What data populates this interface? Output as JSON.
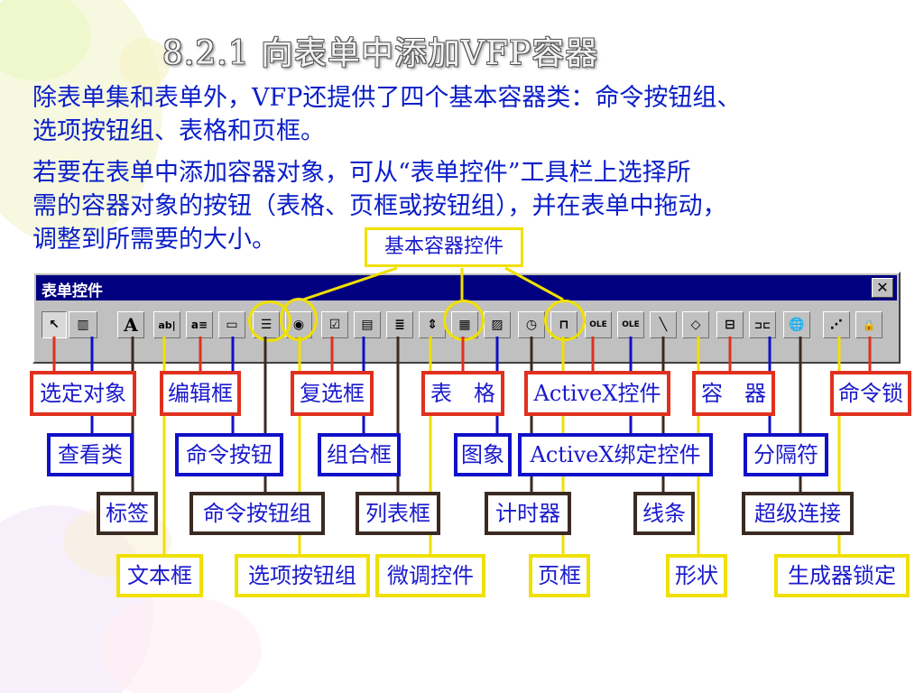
{
  "slide": {
    "title": "8.2.1  向表单中添加VFP容器",
    "paragraph1_line1": "除表单集和表单外，VFP还提供了四个基本容器类：命令按钮组、",
    "paragraph1_line2": "选项按钮组、表格和页框。",
    "paragraph2_line1": "若要在表单中添加容器对象，可从“表单控件”工具栏上选择所",
    "paragraph2_line2": "需的容器对象的按钮（表格、页框或按钮组），并在表单中拖动，",
    "paragraph2_line3": "调整到所需要的大小。",
    "callout": "基本容器控件"
  },
  "toolbar_window": {
    "title": "表单控件",
    "close_glyph": "✕",
    "buttons": [
      {
        "name": "select-objects-button",
        "glyph": "↖"
      },
      {
        "name": "view-classes-button",
        "glyph": "▥"
      },
      {
        "name": "label-button",
        "glyph": "A"
      },
      {
        "name": "textbox-button",
        "glyph": "ab|"
      },
      {
        "name": "editbox-button",
        "glyph": "a≡"
      },
      {
        "name": "command-button-button",
        "glyph": "▭"
      },
      {
        "name": "command-group-button",
        "glyph": "☰"
      },
      {
        "name": "option-group-button",
        "glyph": "◉"
      },
      {
        "name": "checkbox-button",
        "glyph": "☑"
      },
      {
        "name": "combobox-button",
        "glyph": "▤"
      },
      {
        "name": "listbox-button",
        "glyph": "≣"
      },
      {
        "name": "spinner-button",
        "glyph": "⇕"
      },
      {
        "name": "grid-button",
        "glyph": "▦"
      },
      {
        "name": "image-button",
        "glyph": "▨"
      },
      {
        "name": "timer-button",
        "glyph": "◷"
      },
      {
        "name": "pageframe-button",
        "glyph": "⊓"
      },
      {
        "name": "activex-control-button",
        "glyph": "OLE"
      },
      {
        "name": "activex-bound-button",
        "glyph": "OLE"
      },
      {
        "name": "line-button",
        "glyph": "╲"
      },
      {
        "name": "shape-button",
        "glyph": "◇"
      },
      {
        "name": "container-button",
        "glyph": "⊟"
      },
      {
        "name": "separator-button",
        "glyph": "⊐⊏"
      },
      {
        "name": "hyperlink-button",
        "glyph": "🌐"
      },
      {
        "name": "builder-lock-button",
        "glyph": "⋰"
      },
      {
        "name": "button-lock-button",
        "glyph": "🔒"
      }
    ]
  },
  "labels": {
    "select_objects": "选定对象",
    "editbox": "编辑框",
    "checkbox": "复选框",
    "grid": "表　格",
    "activex_control": "ActiveX控件",
    "container": "容　器",
    "button_lock": "命令锁",
    "view_classes": "查看类",
    "command_button": "命令按钮",
    "combobox": "组合框",
    "image": "图象",
    "activex_bound": "ActiveX绑定控件",
    "separator": "分隔符",
    "label": "标签",
    "command_group": "命令按钮组",
    "listbox": "列表框",
    "timer": "计时器",
    "line": "线条",
    "hyperlink": "超级连接",
    "textbox": "文本框",
    "option_group": "选项按钮组",
    "spinner": "微调控件",
    "pageframe": "页框",
    "shape": "形状",
    "builder_lock": "生成器锁定"
  },
  "colors": {
    "text_blue": "#0a1ec8",
    "red": "#e0301e",
    "blue": "#1010c8",
    "black": "#3a2a22",
    "yellow": "#f0e000",
    "titlebar": "#000080"
  }
}
